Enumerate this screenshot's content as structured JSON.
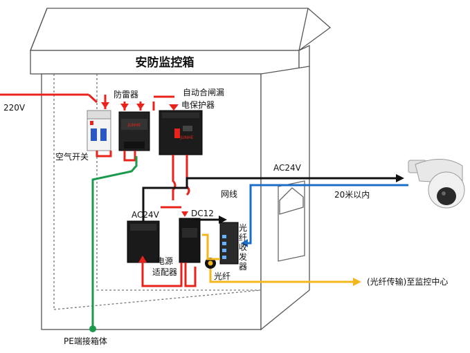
{
  "cabinet": {
    "title": "安防监控箱"
  },
  "labels": {
    "power_in": "220V",
    "air_switch": "空气开关",
    "surge_protector": "防雷器",
    "leakage_protector_line1": "自动合闸漏",
    "leakage_protector_line2": "电保护器",
    "ac24v_top": "AC24V",
    "network_cable": "网线",
    "distance": "20米以内",
    "ac24v_transformer": "AC24V",
    "dc12": "DC12",
    "adapter_line1": "电源",
    "adapter_line2": "适配器",
    "transceiver_chars": [
      "光",
      "纤",
      "收",
      "发",
      "器"
    ],
    "fiber": "光纤",
    "to_center": "(光纤传输)至监控中心",
    "pe_ground": "PE端接箱体"
  },
  "device_text": {
    "surge_brand": "JUNHE",
    "leakage_brand": "JUNHE"
  },
  "colors": {
    "power_line": "#e8231b",
    "ground_line": "#1a9a4a",
    "network_line": "#1a6ec8",
    "fiber_line": "#f2b71c",
    "ac24v_line": "#111111",
    "cabinet_stroke": "#555555"
  }
}
